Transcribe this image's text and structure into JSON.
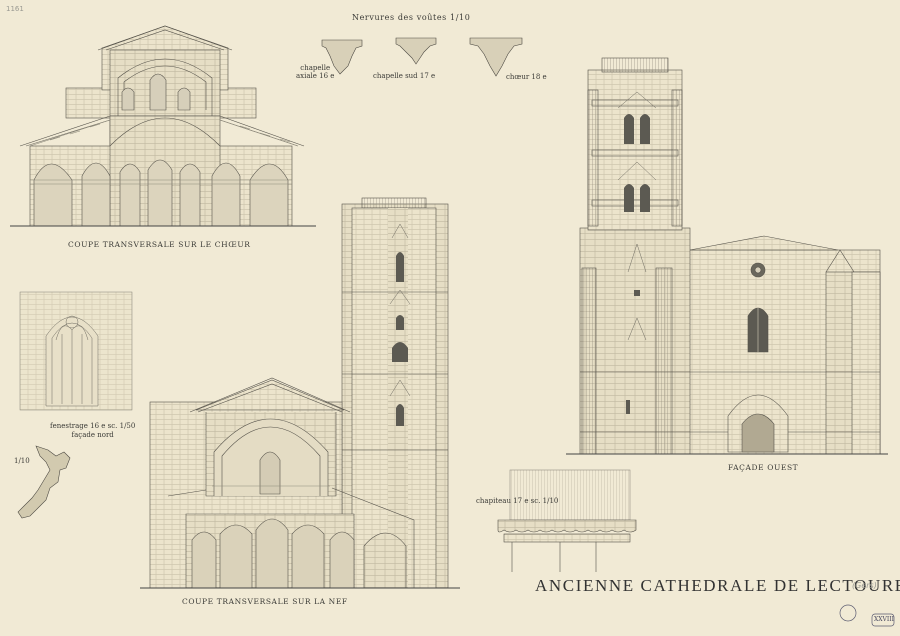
{
  "sheet_number": "1161",
  "labels": {
    "nervures": "Nervures des voûtes 1/10",
    "chapelle_axiale": "chapelle\naxiale 16 e",
    "chapelle_sud": "chapelle sud 17 e",
    "choeur": "chœur 18 e",
    "coupe_choeur": "COUPE TRANSVERSALE SUR LE CHŒUR",
    "fenestrage": "fenestrage 16 e sc. 1/50\nfaçade nord",
    "scale_1_10": "1/10",
    "coupe_nef": "COUPE TRANSVERSALE SUR LA NEF",
    "facade_ouest": "FAÇADE OUEST",
    "chapiteau": "chapiteau 17 e sc. 1/10",
    "title": "ANCIENNE CATHEDRALE DE LECTOURE",
    "title_note": "(Gers)",
    "stamp_text": "XXVIII"
  }
}
